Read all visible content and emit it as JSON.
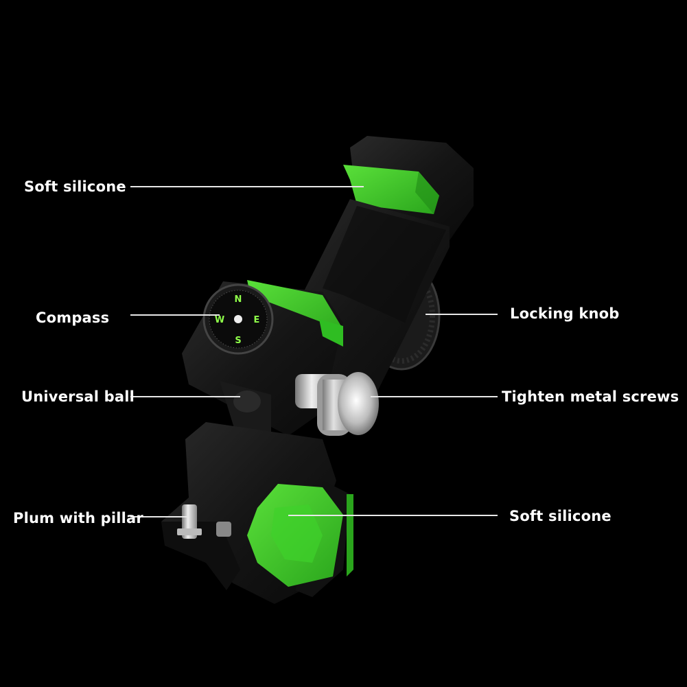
{
  "colors": {
    "background": "#000000",
    "accent_green": "#3fd12b",
    "body_black": "#141414",
    "label_text": "#ffffff",
    "leader_line": "#e8e8e8",
    "metal": "#c9c9c9"
  },
  "callouts": {
    "soft_silicone_top": "Soft silicone",
    "compass": "Compass",
    "universal_ball": "Universal ball",
    "plum_with_pillar": "Plum with pillar",
    "locking_knob": "Locking knob",
    "tighten_metal_screws": "Tighten metal screws",
    "soft_silicone_bottom": "Soft silicone"
  },
  "compass_letters": {
    "n": "N",
    "e": "E",
    "s": "S",
    "w": "W"
  }
}
